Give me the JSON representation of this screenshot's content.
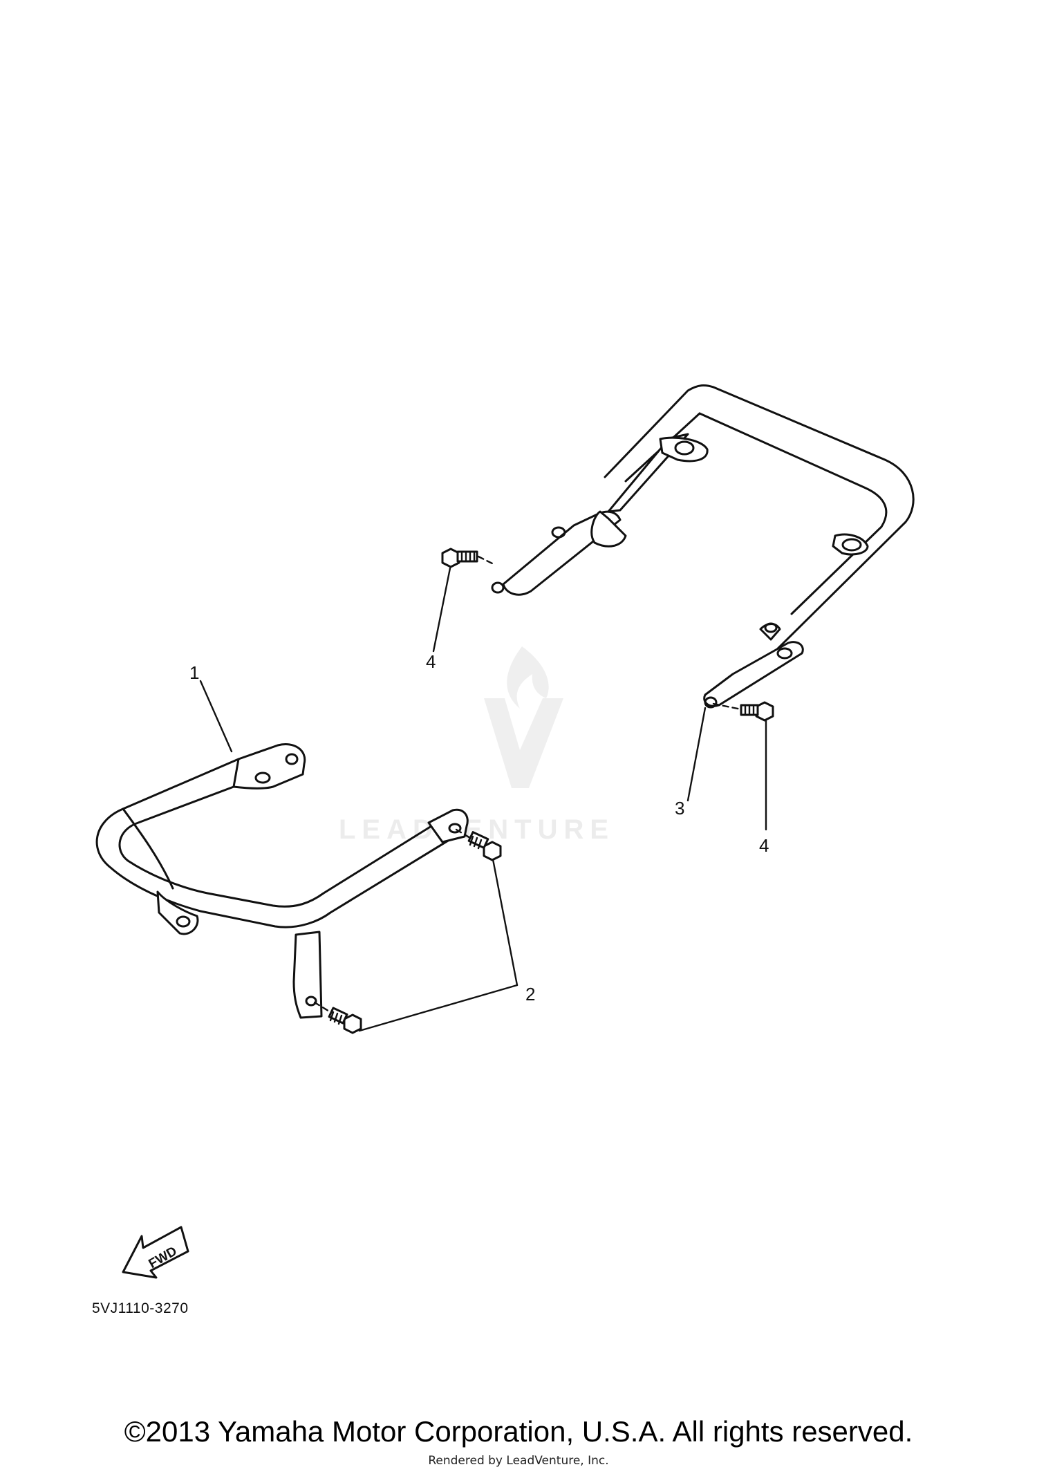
{
  "watermark": {
    "text": "LEADVENTURE"
  },
  "callouts": [
    {
      "id": "callout-1",
      "label": "1"
    },
    {
      "id": "callout-2",
      "label": "2"
    },
    {
      "id": "callout-3",
      "label": "3"
    },
    {
      "id": "callout-4-upper",
      "label": "4"
    },
    {
      "id": "callout-4-lower",
      "label": "4"
    }
  ],
  "fwd_badge": {
    "text": "FWD"
  },
  "diagram_code": "5VJ1110-3270",
  "footer": {
    "copyright": "©2013 Yamaha Motor Corporation, U.S.A. All rights reserved.",
    "rendered_by": "Rendered by LeadVenture, Inc."
  }
}
